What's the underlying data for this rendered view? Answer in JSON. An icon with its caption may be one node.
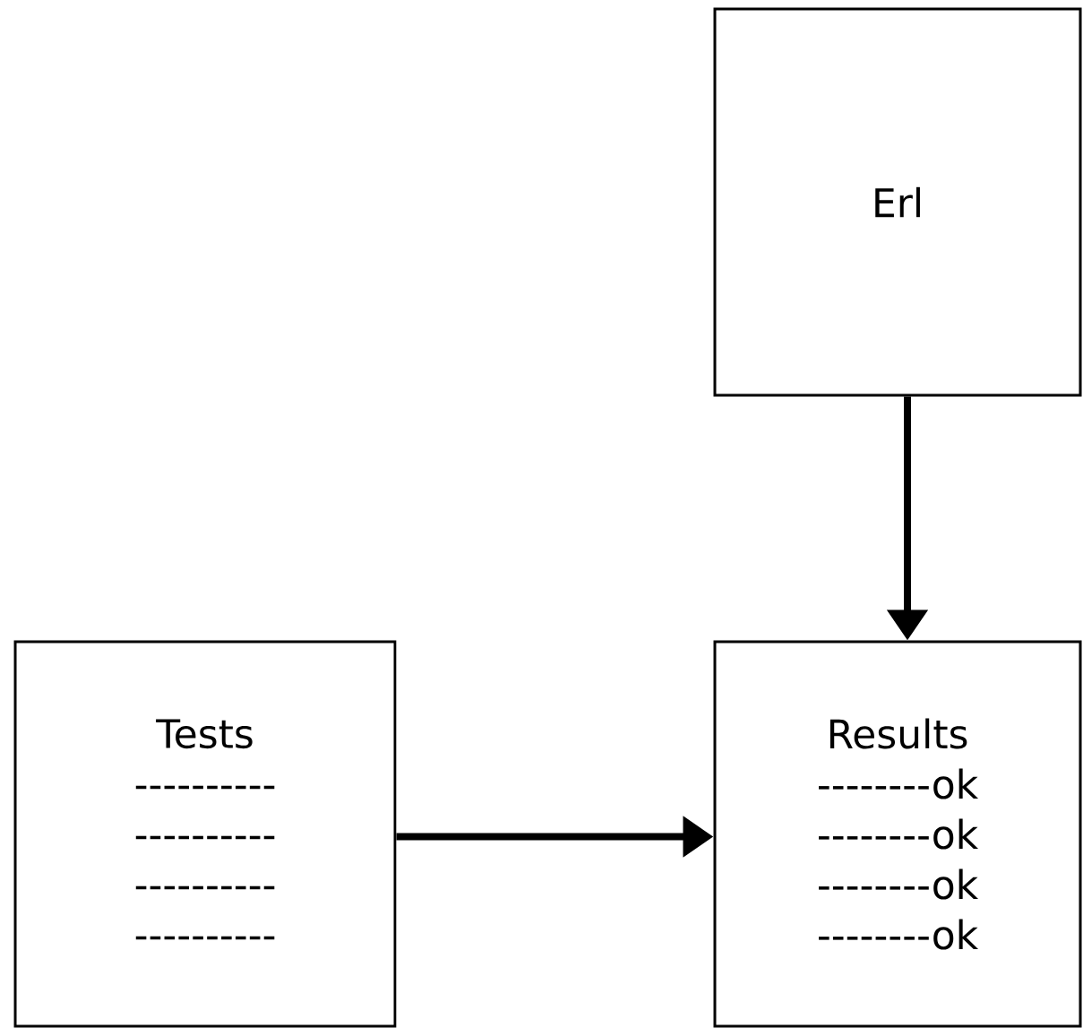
{
  "diagram": {
    "nodes": [
      {
        "text": [
          "Erl"
        ]
      },
      {
        "text": [
          "Tests",
          "----------",
          "----------",
          "----------",
          "----------"
        ]
      },
      {
        "text": [
          "Results",
          "--------ok",
          "--------ok",
          "--------ok",
          "--------ok"
        ]
      }
    ],
    "edges": [
      {
        "from": 0,
        "to": 2,
        "arrow": "to"
      },
      {
        "from": 1,
        "to": 2,
        "arrow": "to"
      }
    ]
  }
}
